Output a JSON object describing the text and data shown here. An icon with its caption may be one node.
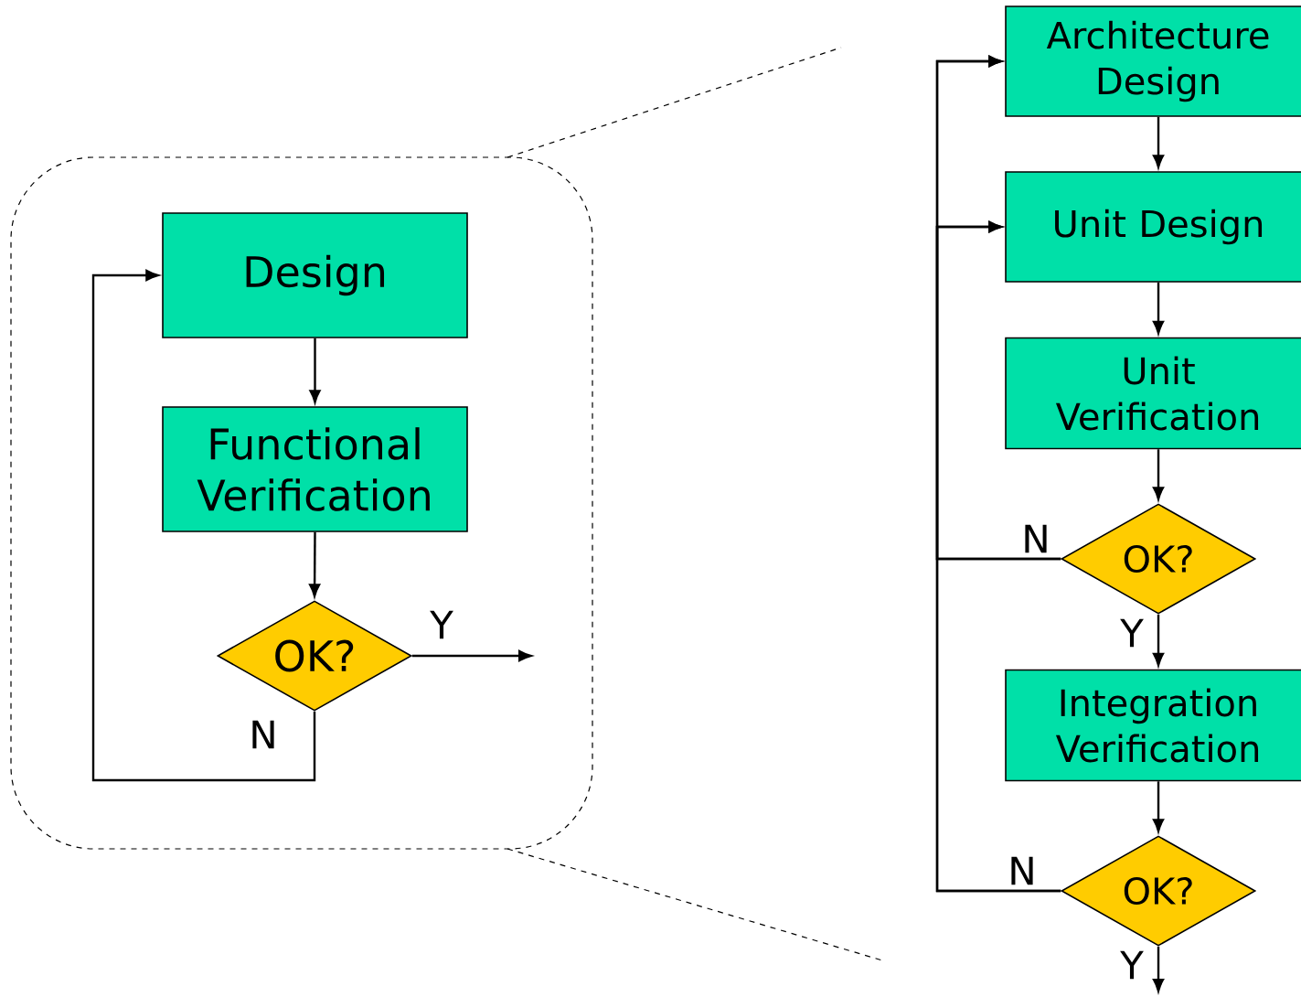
{
  "diagram": {
    "nodes": [
      {
        "text": [],
        "shape": "box"
      },
      {
        "text": [
          "Design"
        ],
        "in": 0
      },
      {
        "text": [
          "Functional Verification"
        ],
        "in": 0
      },
      {
        "text": [
          "OK?"
        ],
        "in": 0
      },
      {
        "text": [
          "Architecture Design"
        ]
      },
      {
        "text": [
          "Unit Design"
        ]
      },
      {
        "text": [
          "Unit Verification"
        ]
      },
      {
        "text": [
          "OK?"
        ]
      },
      {
        "text": [
          "Integration Verification"
        ]
      },
      {
        "text": [
          "OK?"
        ]
      }
    ],
    "edges": [
      {
        "from": 1,
        "to": 2,
        "arrow": "to"
      },
      {
        "from": 2,
        "to": 3,
        "arrow": "to"
      },
      {
        "from": 3,
        "to": null,
        "arrow": "to",
        "label": "Y"
      },
      {
        "from": 3,
        "to": 1,
        "arrow": "to",
        "label": "N"
      },
      {
        "from": 4,
        "to": 5,
        "arrow": "to"
      },
      {
        "from": 5,
        "to": 6,
        "arrow": "to"
      },
      {
        "from": 6,
        "to": 7,
        "arrow": "to"
      },
      {
        "from": 7,
        "to": 8,
        "arrow": "to",
        "label": "Y"
      },
      {
        "from": 7,
        "to": 4,
        "arrow": "to",
        "label": "N"
      },
      {
        "from": 7,
        "to": 5,
        "arrow": "to"
      },
      {
        "from": 8,
        "to": 9,
        "arrow": "to"
      },
      {
        "from": 9,
        "to": null,
        "arrow": "to",
        "label": "Y"
      },
      {
        "from": 9,
        "to": 4,
        "arrow": "to",
        "label": "N"
      },
      {
        "from": 9,
        "to": 5,
        "arrow": "to"
      }
    ]
  }
}
